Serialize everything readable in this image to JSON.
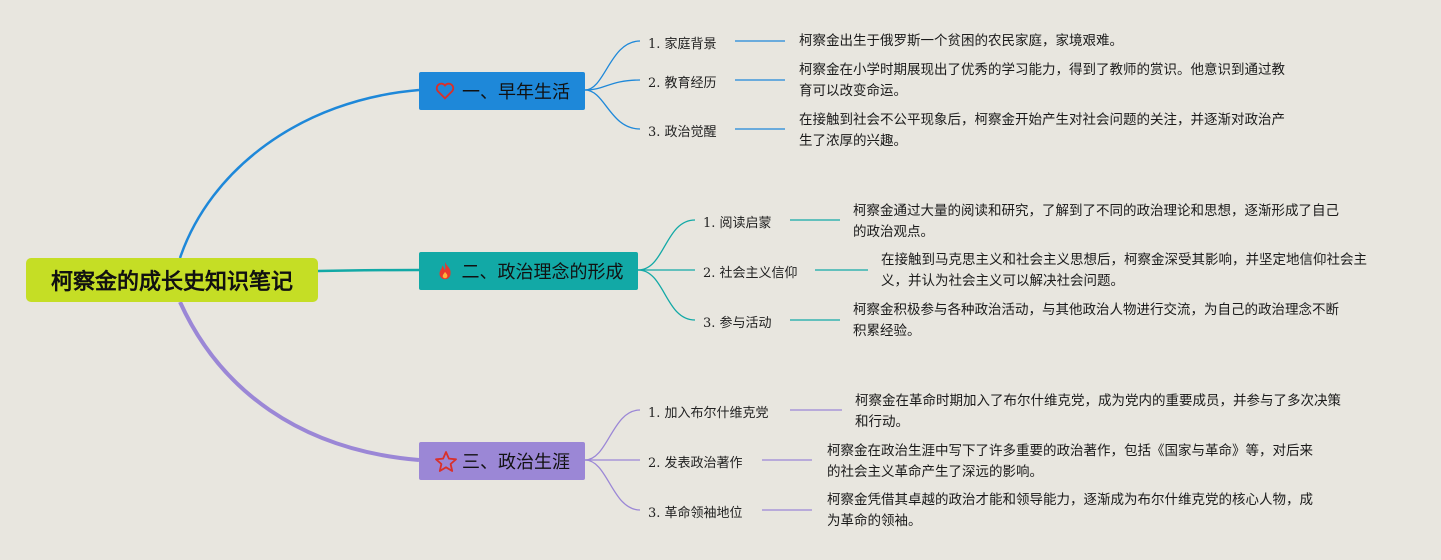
{
  "root": {
    "title": "柯察金的成长史知识笔记"
  },
  "branches": [
    {
      "title": "一、早年生活",
      "icon": "heart-icon",
      "color": "#1e88d9",
      "items": [
        {
          "label": "1. 家庭背景",
          "text": "柯察金出生于俄罗斯一个贫困的农民家庭，家境艰难。"
        },
        {
          "label": "2. 教育经历",
          "text": "柯察金在小学时期展现出了优秀的学习能力，得到了教师的赏识。他意识到通过教育可以改变命运。"
        },
        {
          "label": "3. 政治觉醒",
          "text": "在接触到社会不公平现象后，柯察金开始产生对社会问题的关注，并逐渐对政治产生了浓厚的兴趣。"
        }
      ]
    },
    {
      "title": "二、政治理念的形成",
      "icon": "fire-icon",
      "color": "#12a9a6",
      "items": [
        {
          "label": "1. 阅读启蒙",
          "text": "柯察金通过大量的阅读和研究，了解到了不同的政治理论和思想，逐渐形成了自己的政治观点。"
        },
        {
          "label": "2. 社会主义信仰",
          "text": "在接触到马克思主义和社会主义思想后，柯察金深受其影响，并坚定地信仰社会主义，并认为社会主义可以解决社会问题。"
        },
        {
          "label": "3. 参与活动",
          "text": "柯察金积极参与各种政治活动，与其他政治人物进行交流，为自己的政治理念不断积累经验。"
        }
      ]
    },
    {
      "title": "三、政治生涯",
      "icon": "star-icon",
      "color": "#9b87d6",
      "items": [
        {
          "label": "1. 加入布尔什维克党",
          "text": "柯察金在革命时期加入了布尔什维克党，成为党内的重要成员，并参与了多次决策和行动。"
        },
        {
          "label": "2. 发表政治著作",
          "text": "柯察金在政治生涯中写下了许多重要的政治著作，包括《国家与革命》等，对后来的社会主义革命产生了深远的影响。"
        },
        {
          "label": "3. 革命领袖地位",
          "text": "柯察金凭借其卓越的政治才能和领导能力，逐渐成为布尔什维克党的核心人物，成为革命的领袖。"
        }
      ]
    }
  ]
}
